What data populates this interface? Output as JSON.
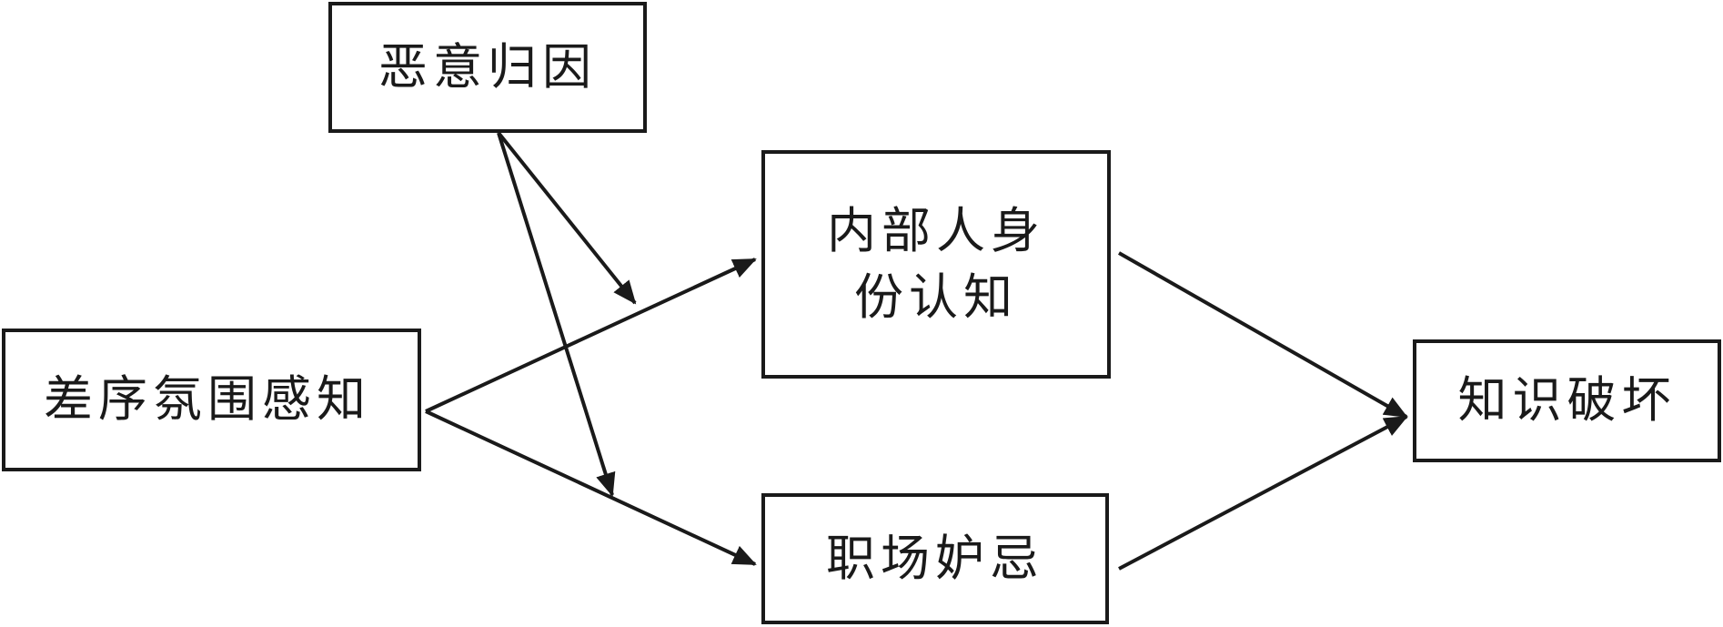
{
  "nodes": {
    "malicious_attribution": "恶意归因",
    "differential_climate": "差序氛围感知",
    "insider_identity_line1": "内部人身",
    "insider_identity_line2": "份认知",
    "workplace_envy": "职场妒忌",
    "knowledge_sabotage": "知识破坏"
  },
  "edges": [
    {
      "from": "差序氛围感知",
      "to": "内部人身份认知",
      "kind": "path"
    },
    {
      "from": "差序氛围感知",
      "to": "职场妒忌",
      "kind": "path"
    },
    {
      "from": "内部人身份认知",
      "to": "知识破坏",
      "kind": "path"
    },
    {
      "from": "职场妒忌",
      "to": "知识破坏",
      "kind": "path"
    },
    {
      "from": "恶意归因",
      "to": "差序氛围感知→内部人身份认知",
      "kind": "moderation"
    },
    {
      "from": "恶意归因",
      "to": "差序氛围感知→职场妒忌",
      "kind": "moderation"
    }
  ],
  "colors": {
    "stroke": "#1a1a1a",
    "background": "#ffffff"
  }
}
